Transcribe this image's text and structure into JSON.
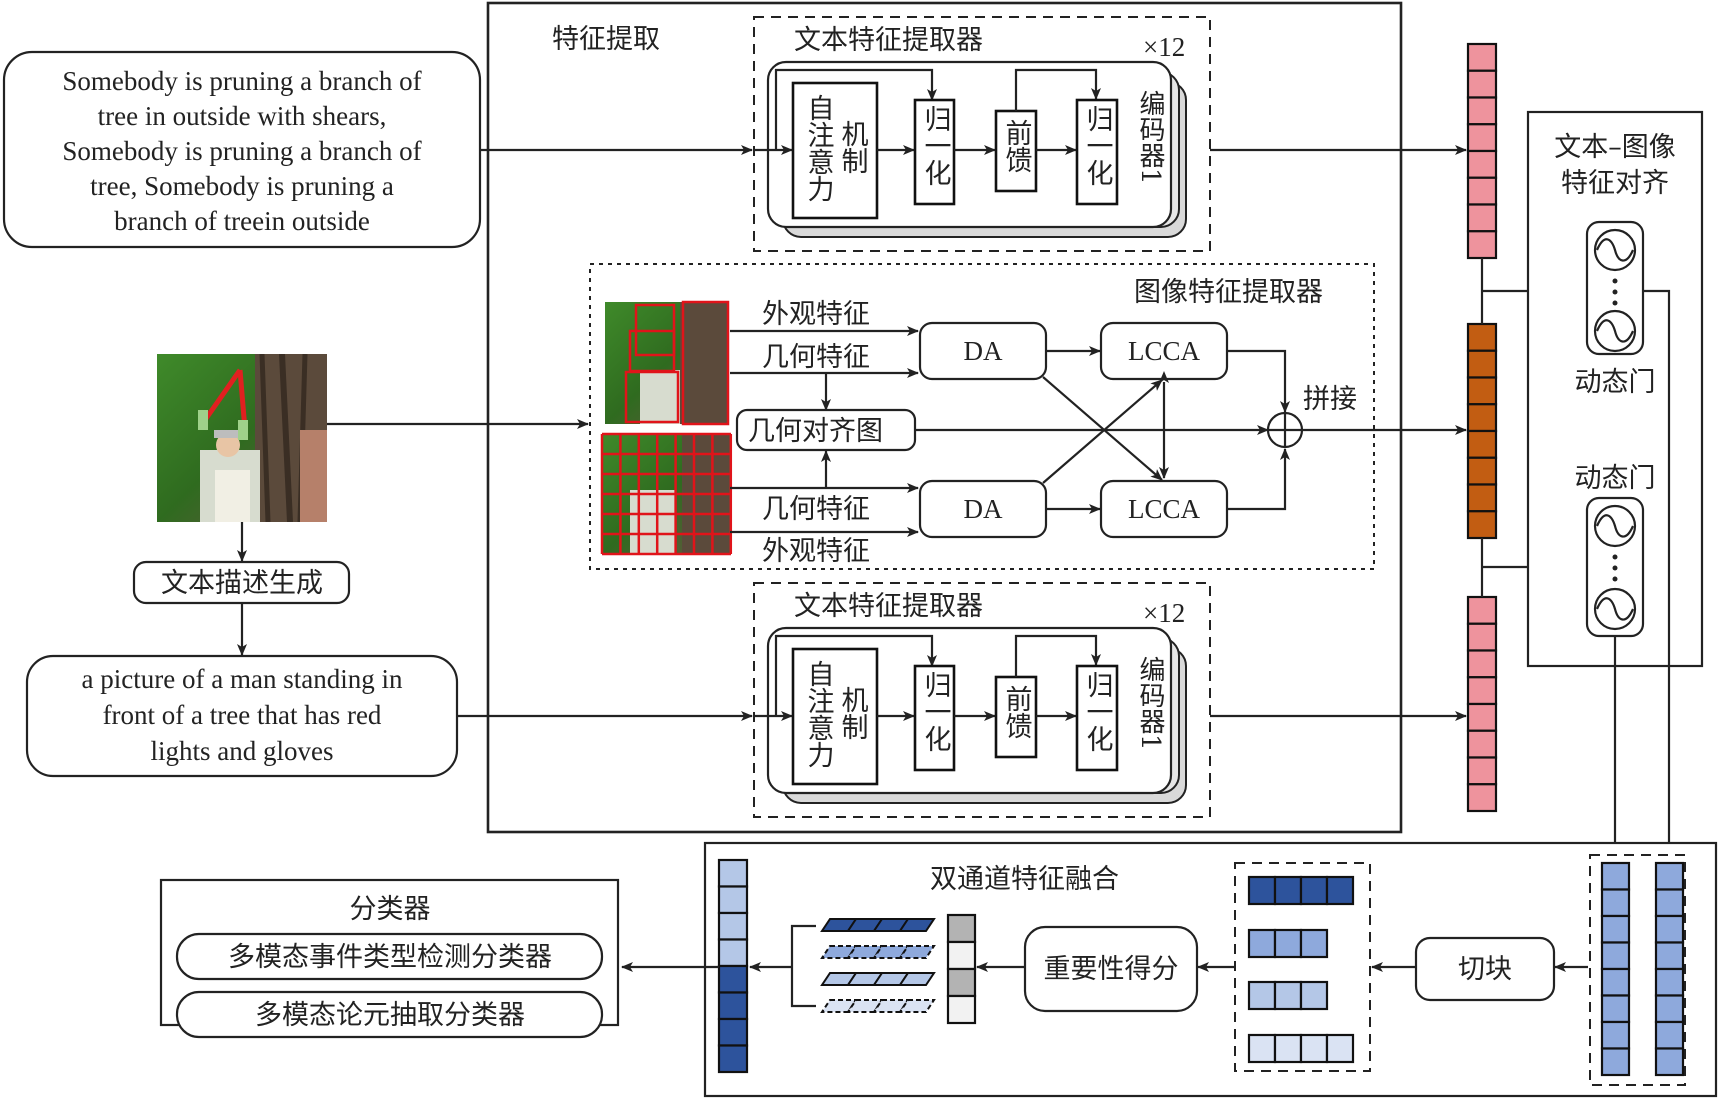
{
  "feature_extraction": {
    "title": "特征提取",
    "text_extractor_top": {
      "title": "文本特征提取器",
      "repeat": "×12",
      "encoder_label": "编码器1",
      "blocks": [
        "自注意力机制",
        "归一化",
        "前馈",
        "归一化"
      ]
    },
    "image_extractor": {
      "title": "图像特征提取器",
      "appearance_feature": "外观特征",
      "geometry_feature": "几何特征",
      "geo_align_graph": "几何对齐图",
      "da": "DA",
      "lcca": "LCCA",
      "concat": "拼接"
    },
    "text_extractor_bottom": {
      "title": "文本特征提取器",
      "repeat": "×12",
      "encoder_label": "编码器1",
      "blocks": [
        "自注意力机制",
        "归一化",
        "前馈",
        "归一化"
      ]
    }
  },
  "inputs": {
    "text_input": [
      "Somebody is pruning a branch of",
      "tree in outside with shears,",
      "Somebody is pruning a branch of",
      "tree, Somebody is pruning a",
      "branch of treein outside"
    ],
    "image_alt": "man pruning a tree with red shears",
    "caption_generation": "文本描述生成",
    "generated_caption": [
      "a picture of a man standing in",
      "front of a tree that has red",
      "lights and gloves"
    ]
  },
  "alignment": {
    "title_line1": "文本–图像",
    "title_line2": "特征对齐",
    "gate_top_label": "动态门",
    "gate_bottom_label": "动态门"
  },
  "fusion": {
    "title": "双通道特征融合",
    "importance_score": "重要性得分",
    "chunking": "切块"
  },
  "classifier": {
    "title": "分类器",
    "items": [
      "多模态事件类型检测分类器",
      "多模态论元抽取分类器"
    ]
  },
  "colors": {
    "text_vector": "#ee939d",
    "image_vector": "#c25d12",
    "dark_blue": "#2d539c",
    "mid_blue": "#8ea9dc",
    "light_blue": "#b4c7e7",
    "pale_blue": "#dae3f3",
    "gray": "#b3b3b3",
    "pale_gray": "#f2f2f2",
    "bbox_red": "#e0141a"
  }
}
